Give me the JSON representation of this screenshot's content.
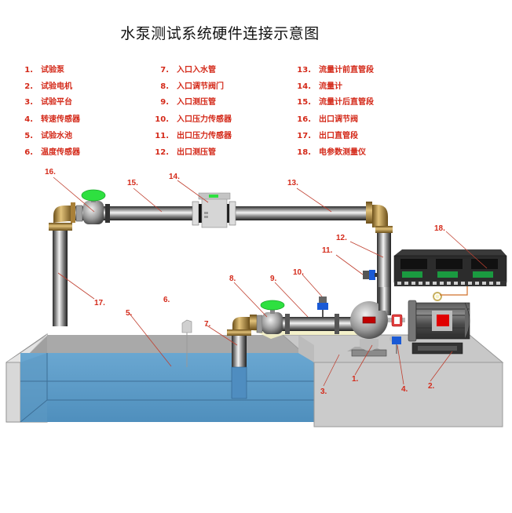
{
  "title": "水泵测试系统硬件连接示意图",
  "legend": [
    {
      "num": "1.",
      "label": "试验泵"
    },
    {
      "num": "2.",
      "label": "试验电机"
    },
    {
      "num": "3.",
      "label": "试验平台"
    },
    {
      "num": "4.",
      "label": "转速传感器"
    },
    {
      "num": "5.",
      "label": "试验水池"
    },
    {
      "num": "6.",
      "label": "温度传感器"
    },
    {
      "num": "7.",
      "label": "入口入水管"
    },
    {
      "num": "8.",
      "label": "入口调节阀门"
    },
    {
      "num": "9.",
      "label": "入口测压管"
    },
    {
      "num": "10.",
      "label": "入口压力传感器"
    },
    {
      "num": "11.",
      "label": "出口压力传感器"
    },
    {
      "num": "12.",
      "label": "出口测压管"
    },
    {
      "num": "13.",
      "label": "流量计前直管段"
    },
    {
      "num": "14.",
      "label": "流量计"
    },
    {
      "num": "15.",
      "label": "流量计后直管段"
    },
    {
      "num": "16.",
      "label": "出口调节阀"
    },
    {
      "num": "17.",
      "label": "出口直管段"
    },
    {
      "num": "18.",
      "label": "电参数测量仪"
    }
  ],
  "callouts": {
    "c1": "1.",
    "c2": "2.",
    "c3": "3.",
    "c4": "4.",
    "c5": "5.",
    "c6": "6.",
    "c7": "7.",
    "c8": "8.",
    "c9": "9.",
    "c10": "10.",
    "c11": "11.",
    "c12": "12.",
    "c13": "13.",
    "c14": "14.",
    "c15": "15.",
    "c16": "16.",
    "c17": "17.",
    "c18": "18."
  },
  "colors": {
    "label_red": "#d42a1a",
    "water": "#5b9cc8",
    "valve_handle": "#2ee040",
    "pipe": "#a8a8a8",
    "brass": "#b8923a",
    "motor_panel": "#e00000"
  }
}
